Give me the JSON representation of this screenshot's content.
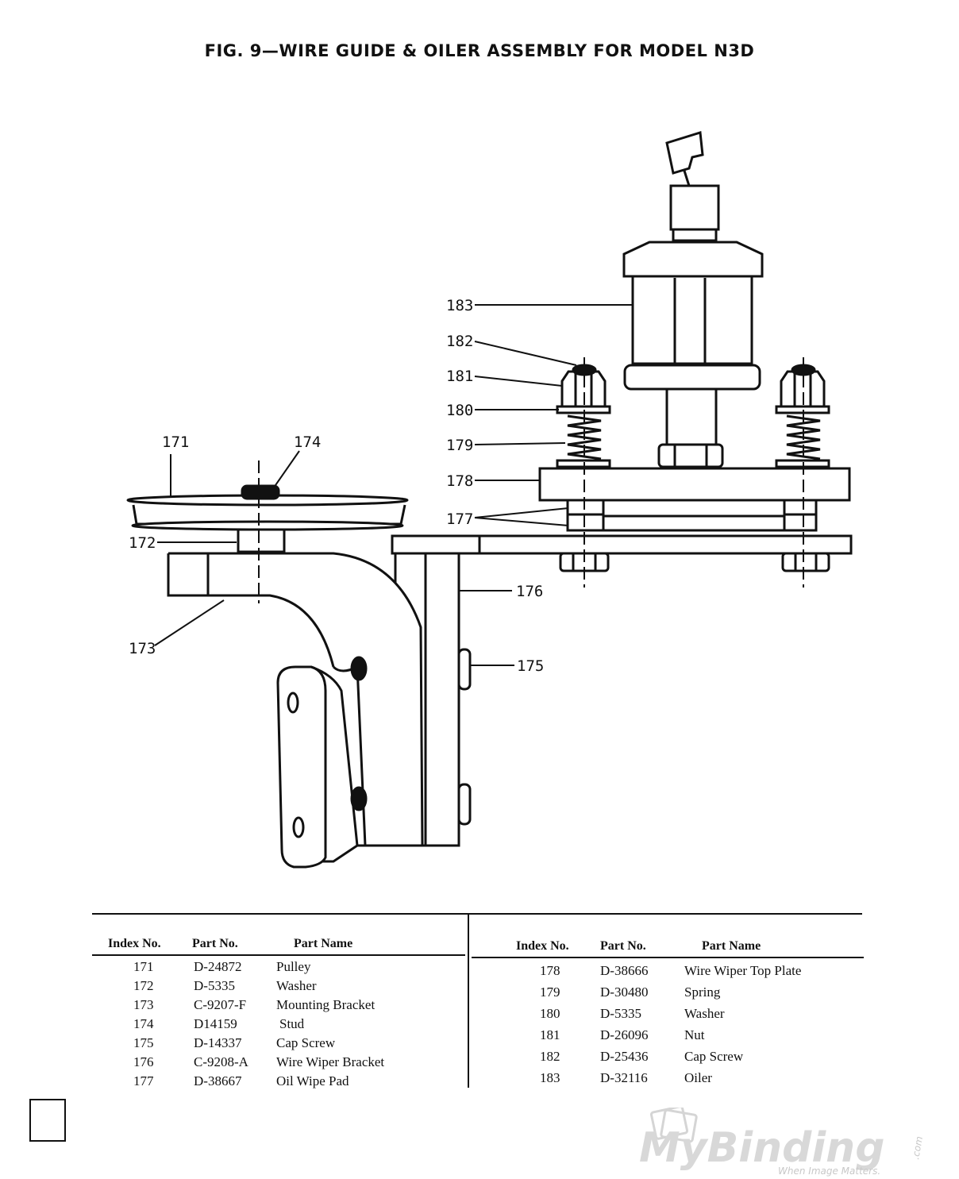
{
  "title": "FIG. 9—WIRE GUIDE & OILER ASSEMBLY FOR MODEL N3D",
  "callouts": [
    "171",
    "172",
    "173",
    "174",
    "175",
    "176",
    "177",
    "178",
    "179",
    "180",
    "181",
    "182",
    "183"
  ],
  "table_headers": {
    "index": "Index No.",
    "part_no": "Part No.",
    "part_name": "Part Name"
  },
  "left_parts": [
    {
      "index": "171",
      "part_no": "D-24872",
      "name": "Pulley"
    },
    {
      "index": "172",
      "part_no": "D-5335",
      "name": "Washer"
    },
    {
      "index": "173",
      "part_no": "C-9207-F",
      "name": "Mounting Bracket"
    },
    {
      "index": "174",
      "part_no": "D14159",
      "name": "Stud"
    },
    {
      "index": "175",
      "part_no": "D-14337",
      "name": "Cap Screw"
    },
    {
      "index": "176",
      "part_no": "C-9208-A",
      "name": "Wire Wiper Bracket"
    },
    {
      "index": "177",
      "part_no": "D-38667",
      "name": "Oil Wipe Pad"
    }
  ],
  "right_parts": [
    {
      "index": "178",
      "part_no": "D-38666",
      "name": "Wire Wiper Top Plate"
    },
    {
      "index": "179",
      "part_no": "D-30480",
      "name": "Spring"
    },
    {
      "index": "180",
      "part_no": "D-5335",
      "name": "Washer"
    },
    {
      "index": "181",
      "part_no": "D-26096",
      "name": "Nut"
    },
    {
      "index": "182",
      "part_no": "D-25436",
      "name": "Cap Screw"
    },
    {
      "index": "183",
      "part_no": "D-32116",
      "name": "Oiler"
    }
  ],
  "watermark": {
    "brand": "MyBinding",
    "suffix": ".com",
    "tagline": "When Image Matters."
  }
}
